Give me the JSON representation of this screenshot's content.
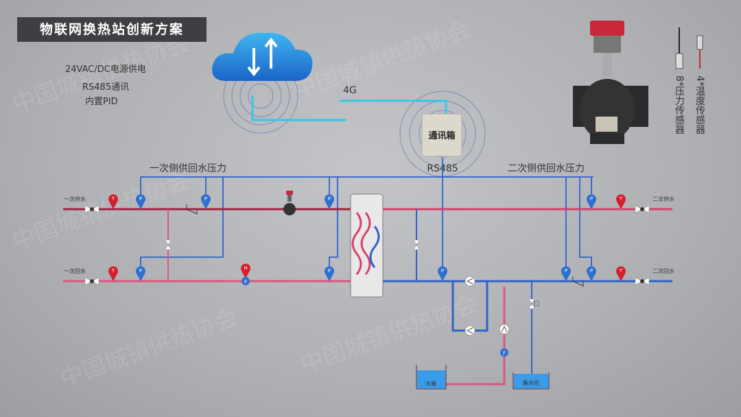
{
  "title": "物联网换热站创新方案",
  "watermark": "中国城镇供热协会",
  "features": [
    "24VAC/DC电源供电",
    "RS485通讯",
    "内置PID"
  ],
  "network": {
    "link": "4G",
    "box": "通讯箱",
    "bus": "RS485"
  },
  "sensors": {
    "pressure": "8*压力传感器",
    "temperature": "4*温度传感器"
  },
  "groups": {
    "primary_pressure": "一次侧供回水压力",
    "secondary_pressure": "二次侧供回水压力"
  },
  "pipes": {
    "primary_supply": "一次供水",
    "primary_return": "一次回水",
    "secondary_supply": "二次供水",
    "secondary_return": "二次回水"
  },
  "tanks": {
    "water_tank": "水箱",
    "sump": "集水坑"
  },
  "markers": {
    "temp": "T",
    "pressure": "P",
    "flow": "F",
    "heat": "H"
  },
  "colors": {
    "primary_supply": "#a3203f",
    "primary_return": "#e0557f",
    "secondary_supply": "#d8406a",
    "secondary_return": "#2f63c8",
    "signal": "#2f63c8",
    "cyan": "#36c6e8"
  }
}
